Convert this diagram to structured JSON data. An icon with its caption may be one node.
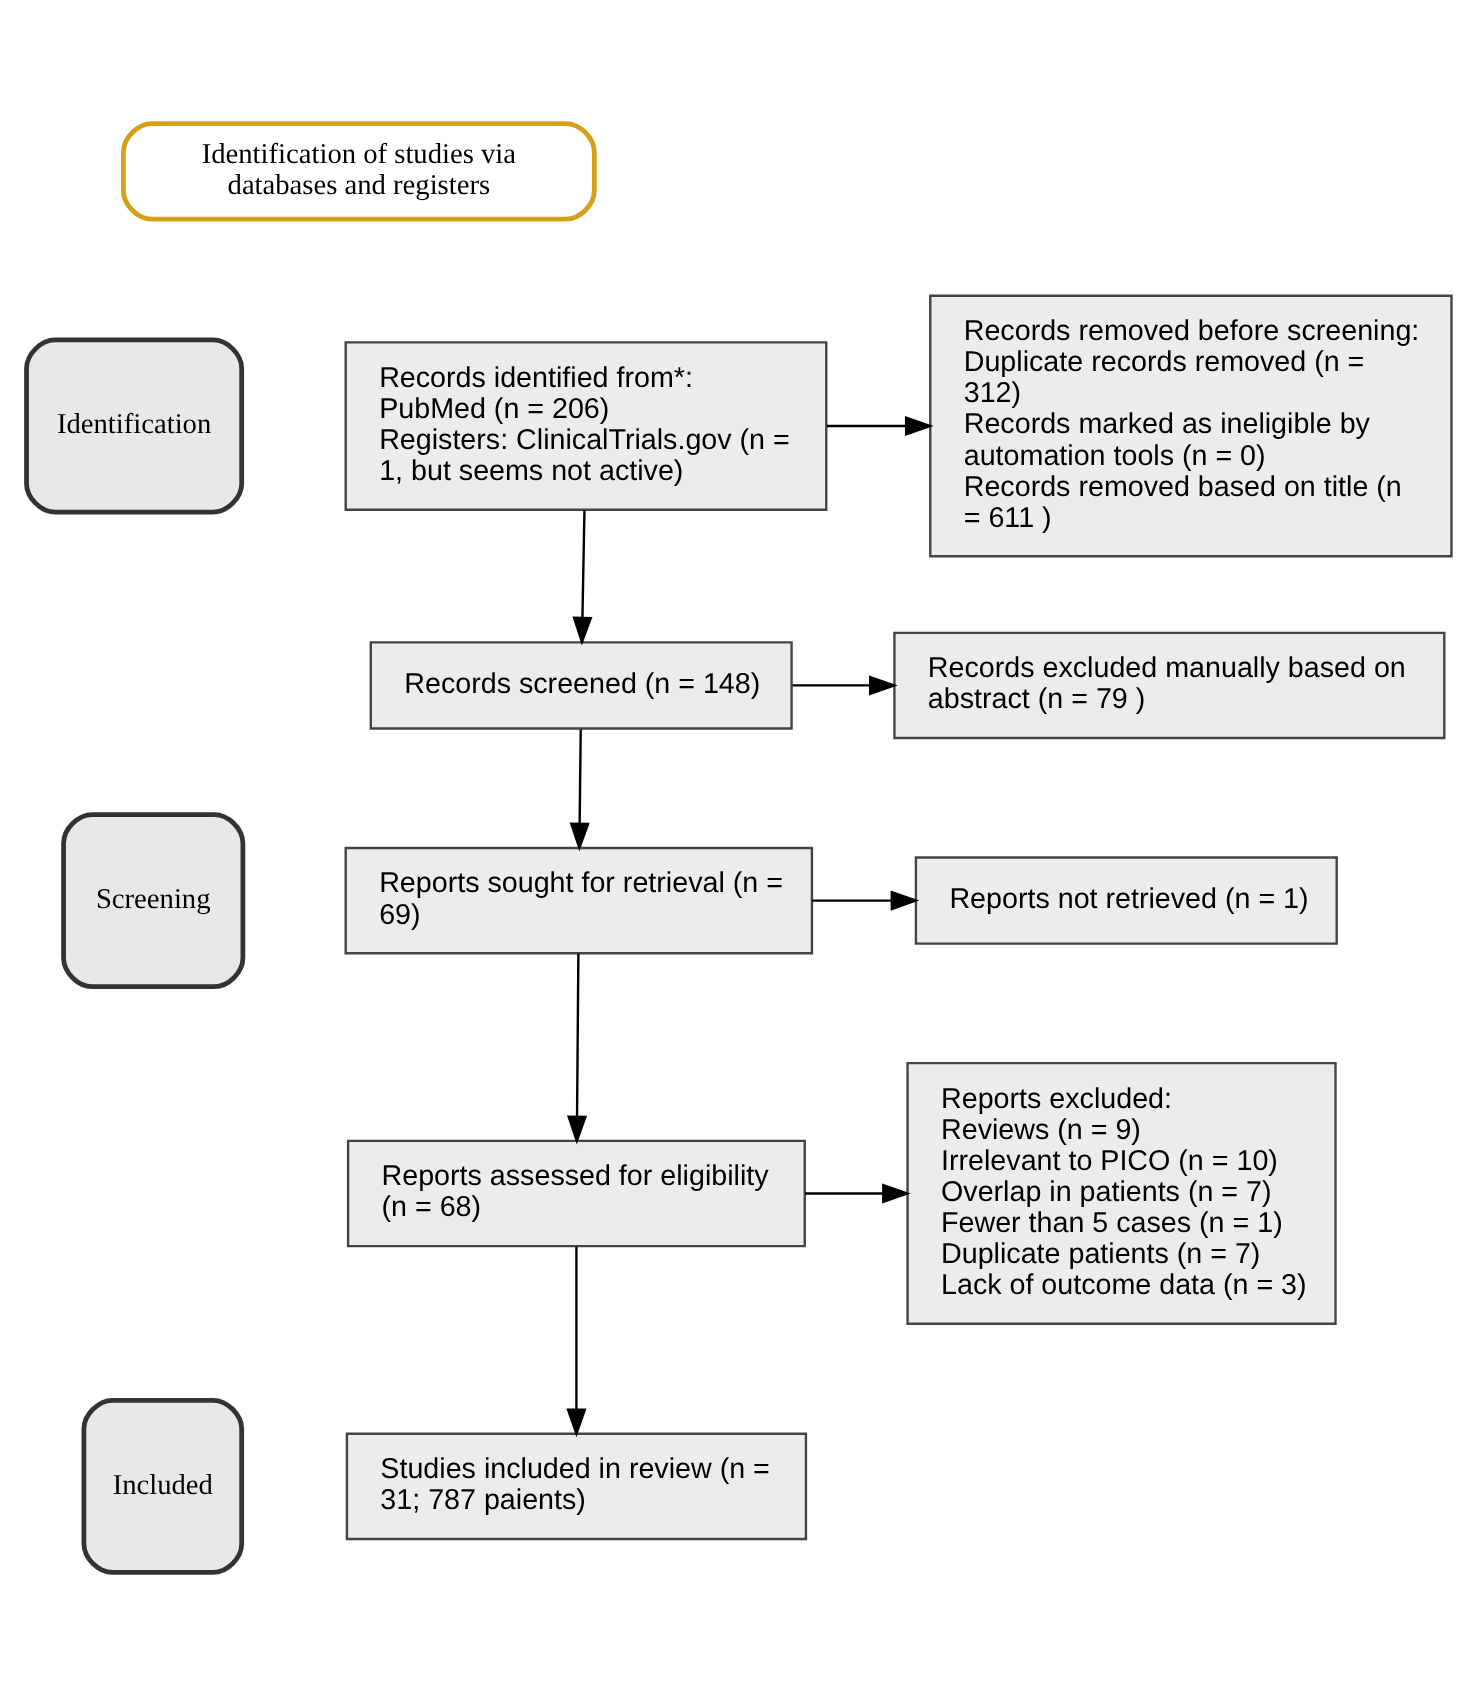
{
  "diagram": {
    "nodes": [
      {
        "text": [
          "Identification of studies via databases and registers"
        ]
      },
      {
        "text": [
          "Identification"
        ]
      },
      {
        "text": [
          "Screening"
        ]
      },
      {
        "text": [
          "Included"
        ]
      },
      {
        "text": [
          "Records identified from*:",
          "PubMed (n = 206)",
          "Registers: ClinicalTrials.gov (n = 1, but seems not active)"
        ]
      },
      {
        "text": [
          "Records removed before screening:",
          "Duplicate records removed (n = 312)",
          "Records marked as ineligible by automation tools (n = 0)",
          "Records removed based on title (n = 611 )"
        ]
      },
      {
        "text": [
          "Records screened (n = 148)"
        ]
      },
      {
        "text": [
          "Records excluded manually based on abstract (n = 79 )"
        ]
      },
      {
        "text": [
          "Reports sought for retrieval (n = 69)"
        ]
      },
      {
        "text": [
          "Reports not retrieved (n = 1)"
        ]
      },
      {
        "text": [
          "Reports assessed for eligibility (n = 68)"
        ]
      },
      {
        "text": [
          "Reports excluded:",
          "Reviews (n = 9)",
          "Irrelevant to PICO (n = 10)",
          "Overlap in patients (n = 7)",
          "Fewer than 5 cases (n = 1)",
          "Duplicate patients (n = 7)",
          "Lack of outcome data (n = 3)"
        ]
      },
      {
        "text": [
          "Studies included in review (n = 31; 787 paients)"
        ]
      }
    ],
    "edges": [
      {
        "from": 4,
        "to": 5,
        "arrow": "to"
      },
      {
        "from": 4,
        "to": 6,
        "arrow": "to"
      },
      {
        "from": 6,
        "to": 7,
        "arrow": "to"
      },
      {
        "from": 6,
        "to": 8,
        "arrow": "to"
      },
      {
        "from": 8,
        "to": 9,
        "arrow": "to"
      },
      {
        "from": 8,
        "to": 10,
        "arrow": "to"
      },
      {
        "from": 10,
        "to": 11,
        "arrow": "to"
      },
      {
        "from": 10,
        "to": 12,
        "arrow": "to"
      }
    ]
  }
}
